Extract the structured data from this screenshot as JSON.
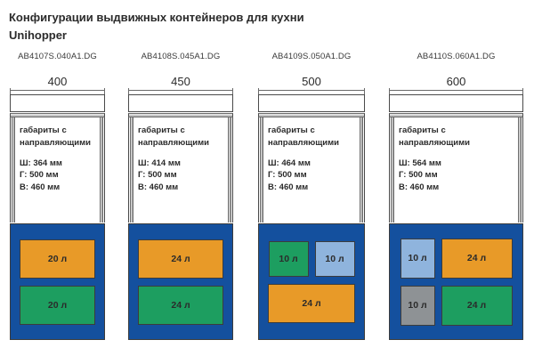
{
  "title": {
    "line1": "Конфигурации выдвижных контейнеров для кухни",
    "line2": "Unihopper"
  },
  "spec_labels": {
    "header_line1": "габариты с",
    "header_line2": "направляющими"
  },
  "columns": [
    {
      "partno": "AB4107S.040A1.DG",
      "dimension": "400",
      "width_line": "Ш: 364 мм",
      "depth_line": "Г: 500 мм",
      "height_line": "В: 460 мм",
      "rows": [
        [
          {
            "label": "20 л",
            "color": "orange"
          }
        ],
        [
          {
            "label": "20 л",
            "color": "green"
          }
        ]
      ]
    },
    {
      "partno": "AB4108S.045A1.DG",
      "dimension": "450",
      "width_line": "Ш: 414 мм",
      "depth_line": "Г: 500 мм",
      "height_line": "В: 460 мм",
      "rows": [
        [
          {
            "label": "24 л",
            "color": "orange"
          }
        ],
        [
          {
            "label": "24 л",
            "color": "green"
          }
        ]
      ]
    },
    {
      "partno": "AB4109S.050A1.DG",
      "dimension": "500",
      "width_line": "Ш: 464 мм",
      "depth_line": "Г: 500 мм",
      "height_line": "В: 460 мм",
      "rows": [
        [
          {
            "label": "10 л",
            "color": "green"
          },
          {
            "label": "10 л",
            "color": "lightblue"
          }
        ],
        [
          {
            "label": "24 л",
            "color": "orange"
          }
        ]
      ]
    },
    {
      "partno": "AB4110S.060A1.DG",
      "dimension": "600",
      "width_line": "Ш: 564 мм",
      "depth_line": "Г: 500 мм",
      "height_line": "В: 460 мм",
      "rows": [
        [
          {
            "label": "10 л",
            "color": "lightblue"
          },
          {
            "label": "24 л",
            "color": "orange"
          }
        ],
        [
          {
            "label": "10 л",
            "color": "gray"
          },
          {
            "label": "24 л",
            "color": "green"
          }
        ]
      ]
    }
  ],
  "colors": {
    "cabinet_blue": "#14509e",
    "bin_orange": "#e89a28",
    "bin_green": "#1d9e60",
    "bin_lightblue": "#8fb4dd",
    "bin_gray": "#8e9295",
    "outline": "#3c3c3c"
  }
}
